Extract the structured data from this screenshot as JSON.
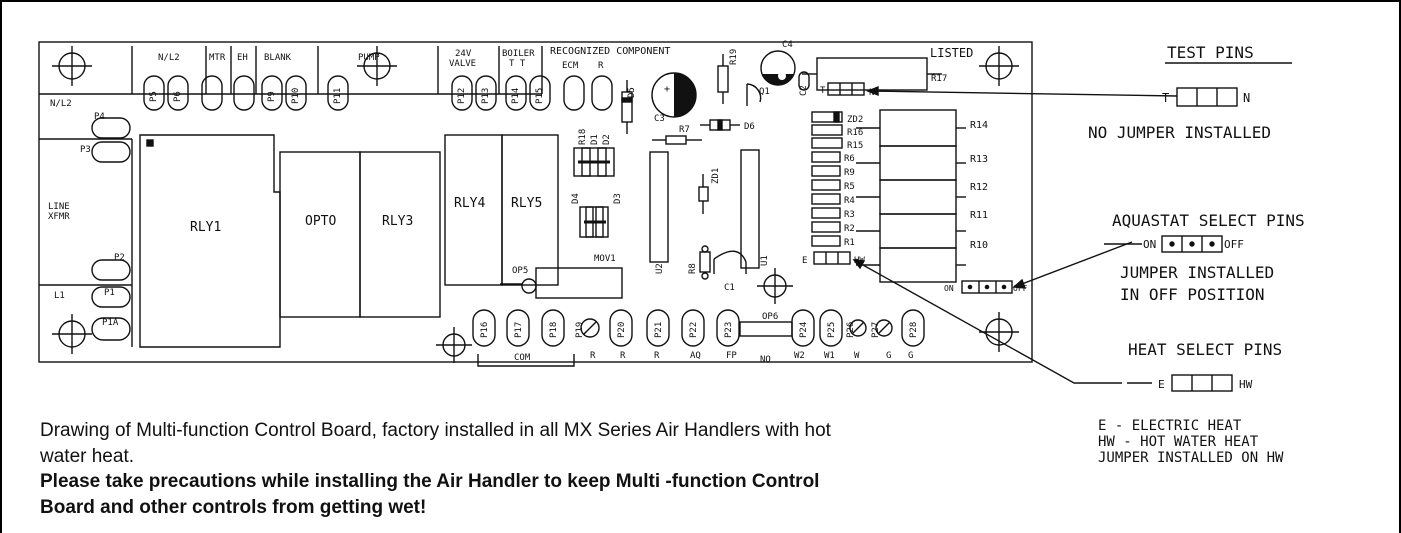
{
  "board": {
    "heading": "RECOGNIZED  COMPONENT",
    "listed": "LISTED",
    "header_labels": {
      "nl2": "N/L2",
      "mtr": "MTR",
      "eh": "EH",
      "blank": "BLANK",
      "pump": "PUMP",
      "valve": [
        "24V",
        "VALVE"
      ],
      "boiler": "BOILER",
      "tt": "T  T",
      "ecm": "ECM",
      "r": "R"
    },
    "left_labels": {
      "nl2": "N/L2",
      "line": "LINE",
      "xfmr": "XFMR",
      "l1": "L1",
      "p4": "P4",
      "p3": "P3",
      "p2": "P2",
      "p1": "P1",
      "p1a": "P1A"
    },
    "top_pins": [
      "P5",
      "P6",
      "P9",
      "P10",
      "P11",
      "P12",
      "P13",
      "P14",
      "P15"
    ],
    "relays": {
      "rly1": "RLY1",
      "opto": "OPTO",
      "rly3": "RLY3",
      "rly4": "RLY4",
      "rly5": "RLY5"
    },
    "components": {
      "c3": "C3",
      "c4": "C4",
      "c1": "C1",
      "c2": "C2",
      "q1": "Q1",
      "r7": "R7",
      "r8": "R8",
      "r17": "R17",
      "r18": "R18",
      "r19": "R19",
      "d1": "D1",
      "d2": "D2",
      "d3": "D3",
      "d4": "D4",
      "d5": "D5",
      "d6": "D6",
      "zd1": "ZD1",
      "zd2": "ZD2",
      "u1": "U1",
      "u2": "U2",
      "op5": "OP5",
      "mov1": "MOV1",
      "op6": "OP6",
      "c3plus": "+"
    },
    "resistor_column": [
      "R16",
      "R15",
      "R6",
      "R9",
      "R5",
      "R4",
      "R3",
      "R2",
      "R1"
    ],
    "big_resistors": [
      "R14",
      "R13",
      "R12",
      "R11",
      "R10"
    ],
    "bottom_pins": [
      "P16",
      "P17",
      "P18",
      "P19",
      "P20",
      "P21",
      "P22",
      "P23",
      "P24",
      "P25",
      "P26",
      "P27",
      "P28"
    ],
    "bottom_terminals": {
      "com": "COM",
      "r1": "R",
      "r2": "R",
      "r3": "R",
      "aq": "AQ",
      "fp": "FP",
      "no": "NO",
      "w2": "W2",
      "w1": "W1",
      "w": "W",
      "g1": "G",
      "g2": "G"
    },
    "on_board_pins": {
      "t": "T",
      "n": "N",
      "e": "E",
      "hw": "HW",
      "on": "ON",
      "off": "OFF"
    }
  },
  "legend": {
    "test_pins_title": "TEST PINS",
    "test_t": "T",
    "test_n": "N",
    "no_jumper": "NO JUMPER INSTALLED",
    "aquastat_title": "AQUASTAT SELECT PINS",
    "aq_on": "ON",
    "aq_off": "OFF",
    "jumper_off_1": "JUMPER INSTALLED",
    "jumper_off_2": "IN OFF POSITION",
    "heat_title": "HEAT SELECT PINS",
    "heat_e": "E",
    "heat_hw": "HW",
    "note_1": "E - ELECTRIC HEAT",
    "note_2": "HW - HOT WATER HEAT",
    "note_3": "JUMPER INSTALLED ON HW"
  },
  "caption": {
    "line1": "Drawing of Multi-function Control Board, factory installed in all MX Series Air Handlers with hot water heat.",
    "line2": "Please take precautions while installing the Air Handler to keep Multi -function Control Board and other controls from getting wet!"
  }
}
